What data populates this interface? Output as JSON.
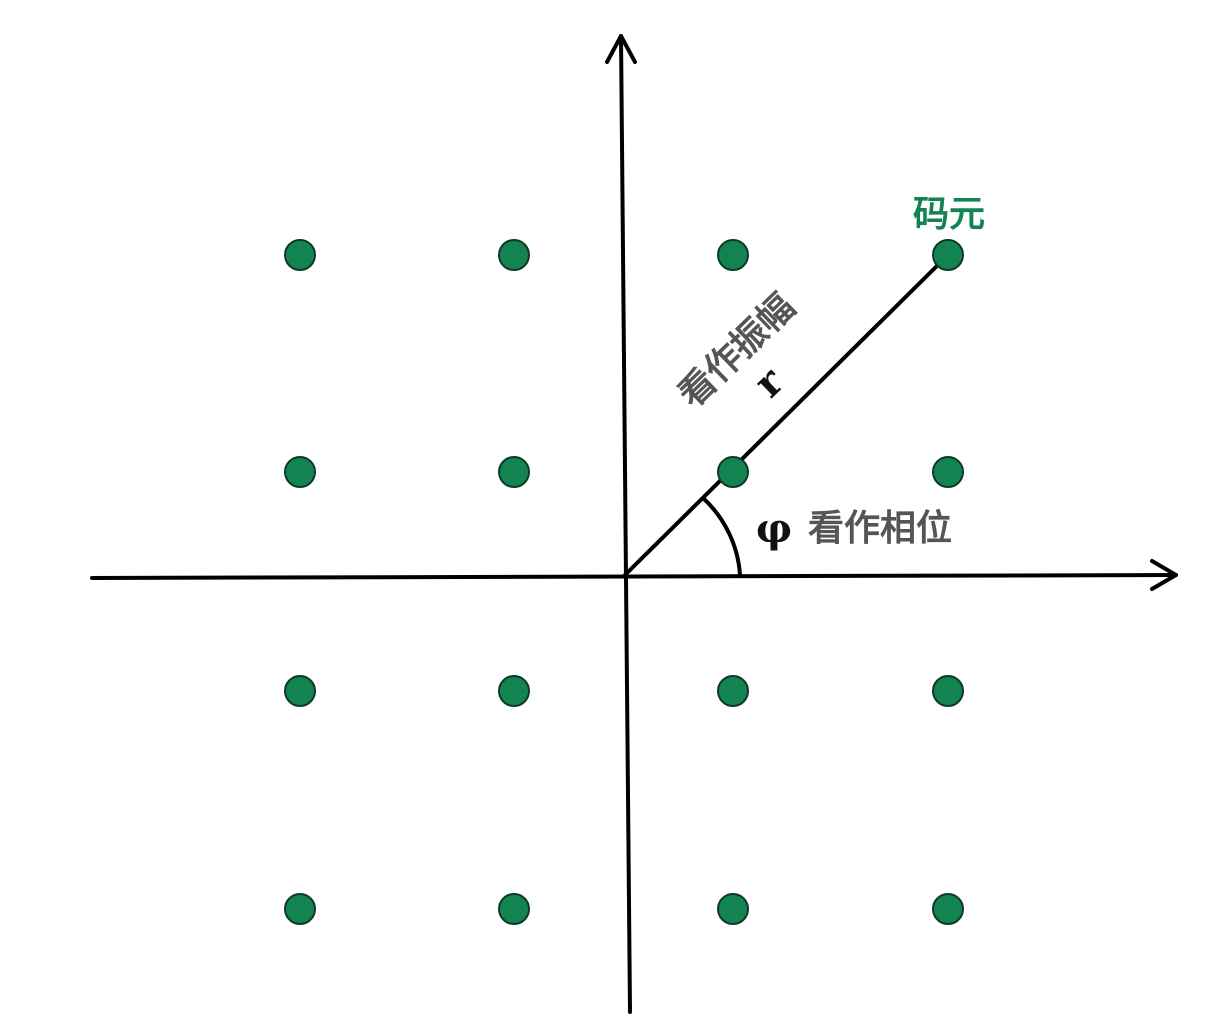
{
  "colors": {
    "point": "#148352",
    "symbol_label": "#148352",
    "annotation": "#555555",
    "axes": "#000000"
  },
  "constellation": {
    "points": [
      {
        "i": -3,
        "q": 3
      },
      {
        "i": -1,
        "q": 3
      },
      {
        "i": 1,
        "q": 3
      },
      {
        "i": 3,
        "q": 3
      },
      {
        "i": -3,
        "q": 1
      },
      {
        "i": -1,
        "q": 1
      },
      {
        "i": 1,
        "q": 1
      },
      {
        "i": 3,
        "q": 1
      },
      {
        "i": -3,
        "q": -1
      },
      {
        "i": -1,
        "q": -1
      },
      {
        "i": 1,
        "q": -1
      },
      {
        "i": 3,
        "q": -1
      },
      {
        "i": -3,
        "q": -3
      },
      {
        "i": -1,
        "q": -3
      },
      {
        "i": 1,
        "q": -3
      },
      {
        "i": 3,
        "q": -3
      }
    ],
    "highlighted_symbol": {
      "i": 3,
      "q": 3
    }
  },
  "labels": {
    "symbol": "码元",
    "amplitude_symbol": "r",
    "amplitude_note": "看作振幅",
    "phase_symbol": "φ",
    "phase_note": "看作相位"
  }
}
